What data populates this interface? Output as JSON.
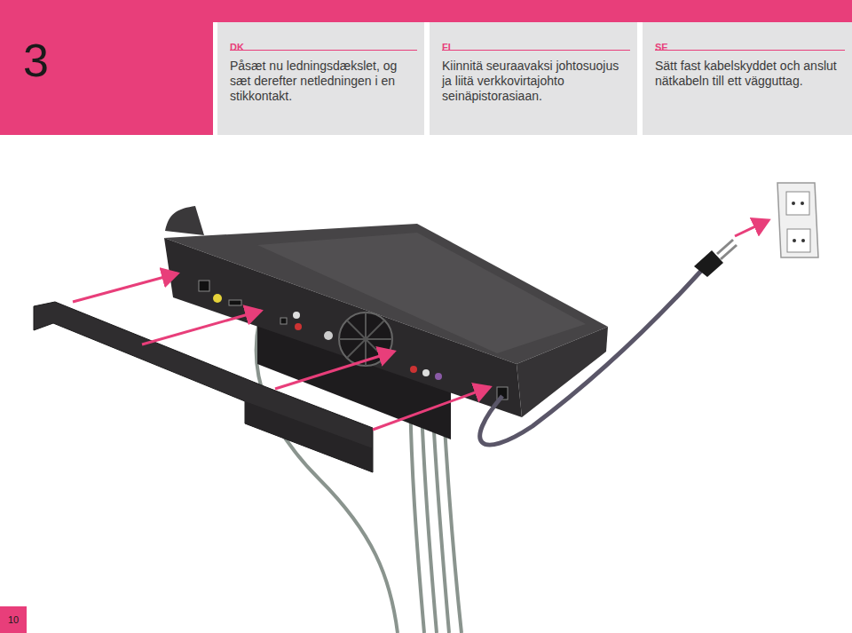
{
  "diagram": {
    "nodes": [
      {
        "text": [
          "3"
        ]
      },
      {
        "text": [
          "DK",
          "Påsæt nu ledningsdækslet, og sæt derefter netledningen i en stikkontakt."
        ]
      },
      {
        "text": [
          "FI",
          "Kiinnitä seuraavaksi johtosuojus ja liitä verkkovirtajohto seinäpistorasiaan."
        ]
      },
      {
        "text": [
          "SE",
          "Sätt fast kabelskyddet och anslut nätkabeln till ett vägguttag."
        ]
      },
      {
        "text": [
          "10"
        ]
      }
    ]
  }
}
